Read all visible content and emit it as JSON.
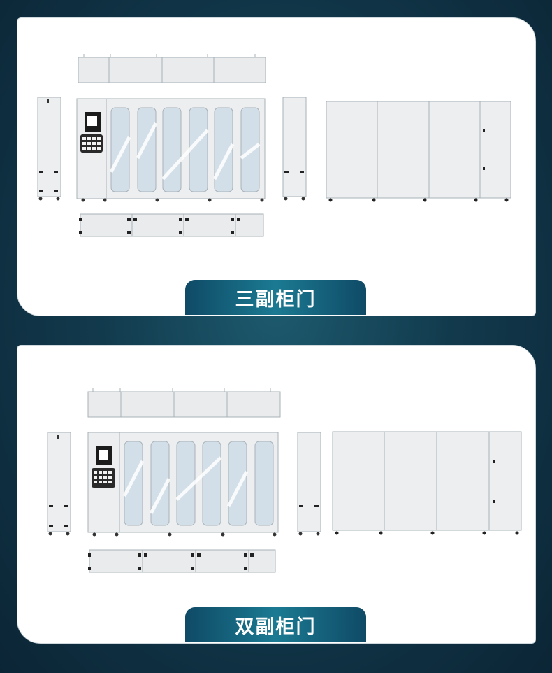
{
  "sections": [
    {
      "caption": "三副柜门"
    },
    {
      "caption": "双副柜门"
    }
  ],
  "colors": {
    "background": "#123a4d",
    "panel": "#ffffff",
    "caption_gradient_from": "#0f4a66",
    "caption_gradient_to": "#1b7a92",
    "caption_text": "#ffffff",
    "cabinet_body": "#e8eaec",
    "glass": "#d6e1ea"
  },
  "icons": [
    "cabinet-exploded-view-illustration",
    "cabinet-assembled-back-illustration",
    "touch-screen-icon",
    "keypad-icon"
  ]
}
